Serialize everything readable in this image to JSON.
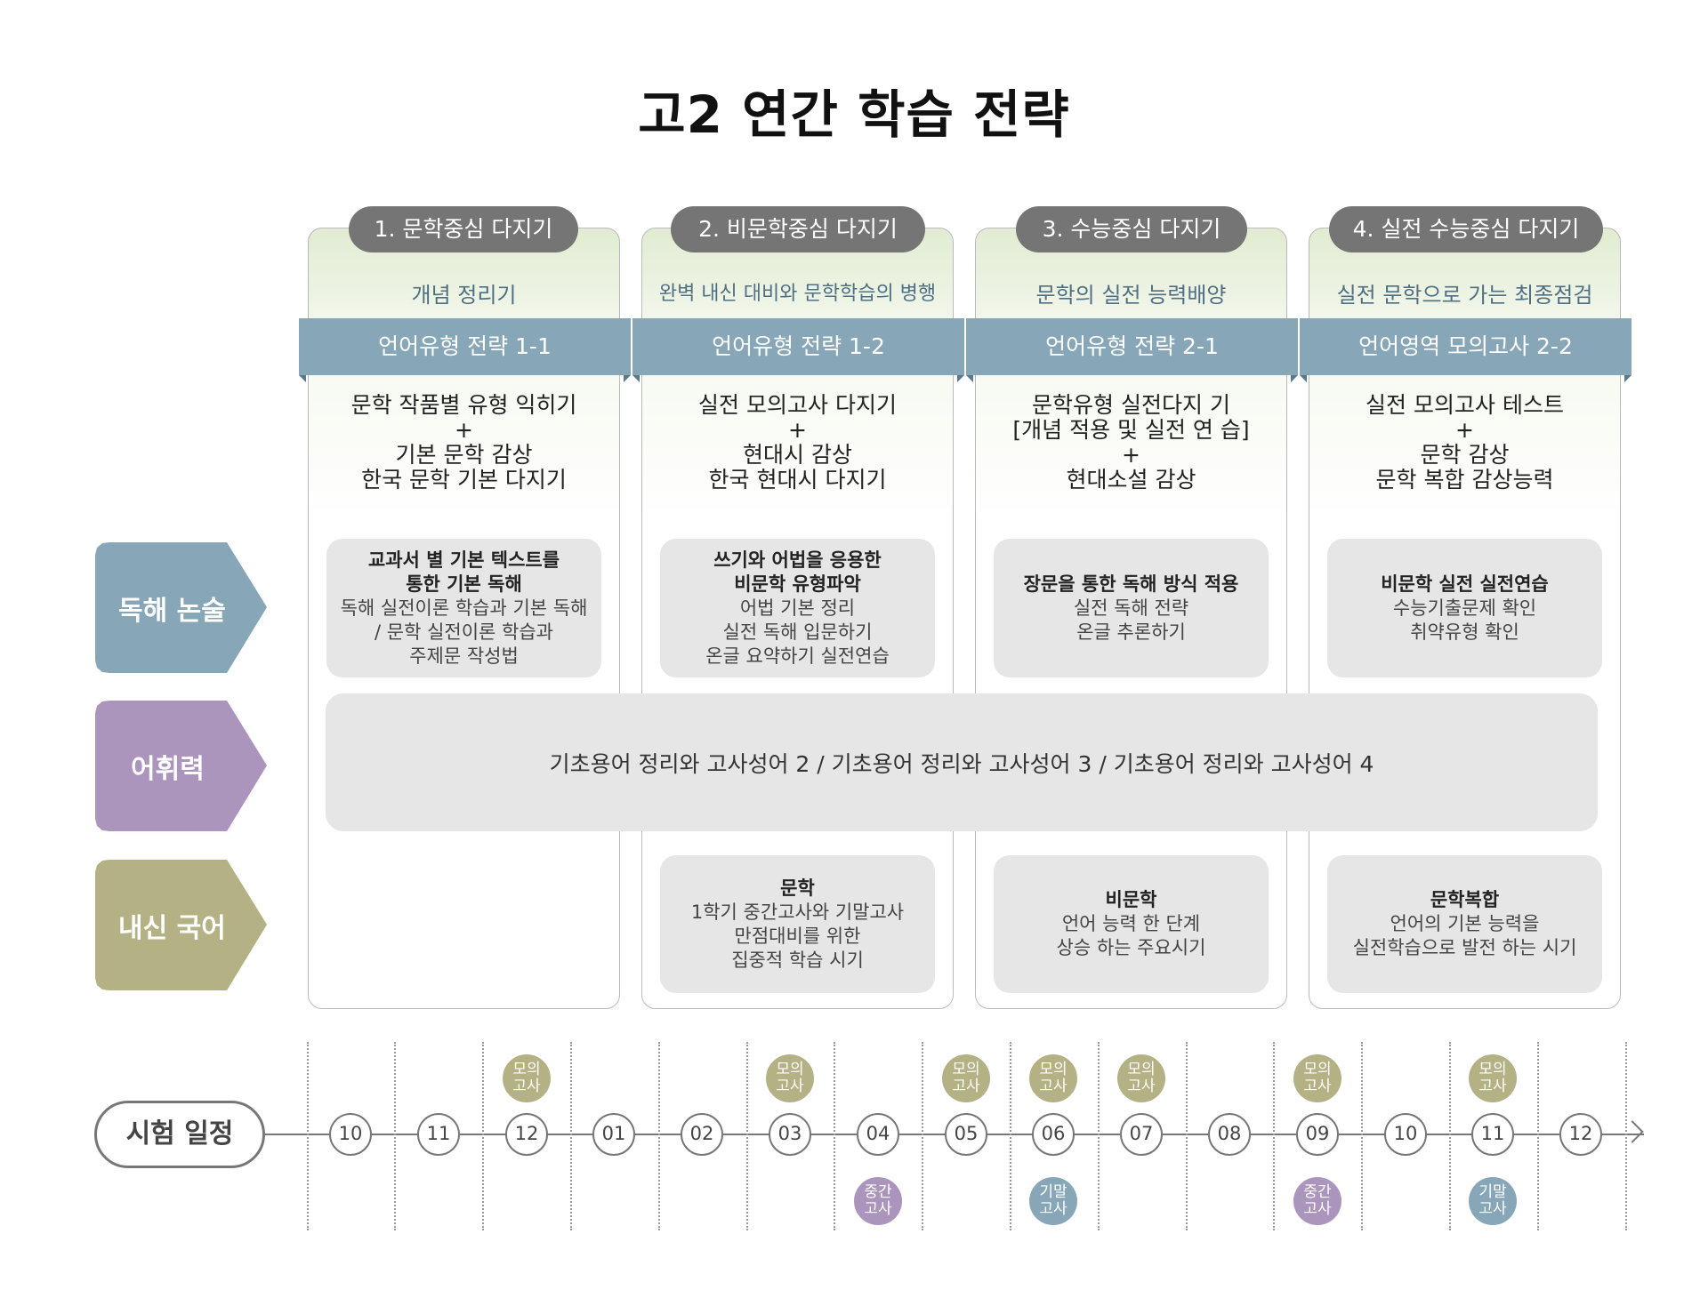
{
  "title": "고2 연간 학습 전략",
  "colors": {
    "pill": "#757575",
    "band": "#87a7b9",
    "reading": "#87a7b9",
    "vocab": "#ab95bc",
    "naesin": "#b4b184",
    "mock": "#b4b184",
    "midterm": "#ab95bc",
    "final": "#87a7b9"
  },
  "phases": [
    {
      "pill": "1. 문학중심 다지기",
      "subtitle": "개념 정리기",
      "band": "언어유형 전략 1-1",
      "desc": [
        "문학 작품별 유형 익히기",
        "+",
        "기본 문학 감상",
        "한국 문학 기본 다지기"
      ]
    },
    {
      "pill": "2. 비문학중심 다지기",
      "subtitle": "완벽 내신 대비와 문학학습의 병행",
      "band": "언어유형 전략 1-2",
      "desc": [
        "실전 모의고사 다지기",
        "+",
        "현대시 감상",
        "한국 현대시 다지기"
      ]
    },
    {
      "pill": "3. 수능중심 다지기",
      "subtitle": "문학의 실전 능력배양",
      "band": "언어유형 전략 2-1",
      "desc": [
        "문학유형 실전다지 기",
        "[개념 적용 및 실전 연 습]",
        "+",
        "현대소설 감상"
      ]
    },
    {
      "pill": "4. 실전 수능중심 다지기",
      "subtitle": "실전 문학으로 가는 최종점검",
      "band": "언어영역 모의고사 2-2",
      "desc": [
        "실전 모의고사 테스트",
        "+",
        "문학 감상",
        "문학 복합 감상능력"
      ]
    }
  ],
  "rows": {
    "reading": "독해 논술",
    "vocab": "어휘력",
    "naesin": "내신 국어",
    "schedule": "시험 일정"
  },
  "reading_boxes": [
    {
      "head": [
        "교과서 별 기본 텍스트를",
        "통한 기본 독해"
      ],
      "body": [
        "독해 실전이론 학습과 기본 독해",
        "/ 문학 실전이론 학습과",
        "주제문 작성법"
      ]
    },
    {
      "head": [
        "쓰기와 어법을 응용한",
        "비문학 유형파악"
      ],
      "body": [
        "어법 기본 정리",
        "실전 독해 입문하기",
        "온글 요약하기 실전연습"
      ]
    },
    {
      "head": [
        "장문을 통한 독해 방식 적용"
      ],
      "body": [
        "실전 독해 전략",
        "온글 추론하기"
      ]
    },
    {
      "head": [
        "비문학 실전 실전연습"
      ],
      "body": [
        "수능기출문제 확인",
        "취약유형 확인"
      ]
    }
  ],
  "vocab_text": "기초용어 정리와 고사성어 2 / 기초용어 정리와 고사성어 3 / 기초용어 정리와 고사성어 4",
  "naesin_boxes": [
    {
      "head": [
        "문학"
      ],
      "body": [
        "1학기 중간고사와 기말고사",
        "만점대비를 위한",
        "집중적 학습 시기"
      ]
    },
    {
      "head": [
        "비문학"
      ],
      "body": [
        "언어 능력 한 단계",
        "상승 하는 주요시기"
      ]
    },
    {
      "head": [
        "문학복합"
      ],
      "body": [
        "언어의 기본 능력을",
        "실전학습으로 발전 하는 시기"
      ]
    }
  ],
  "months": [
    "10",
    "11",
    "12",
    "01",
    "02",
    "03",
    "04",
    "05",
    "06",
    "07",
    "08",
    "09",
    "10",
    "11",
    "12"
  ],
  "mock_label": [
    "모의",
    "고사"
  ],
  "midterm_label": [
    "중간",
    "고사"
  ],
  "final_label": [
    "기말",
    "고사"
  ],
  "mock_months": [
    2,
    5,
    7,
    8,
    9,
    11,
    13
  ],
  "midterm_months": [
    6,
    11
  ],
  "final_months": [
    8,
    13
  ]
}
